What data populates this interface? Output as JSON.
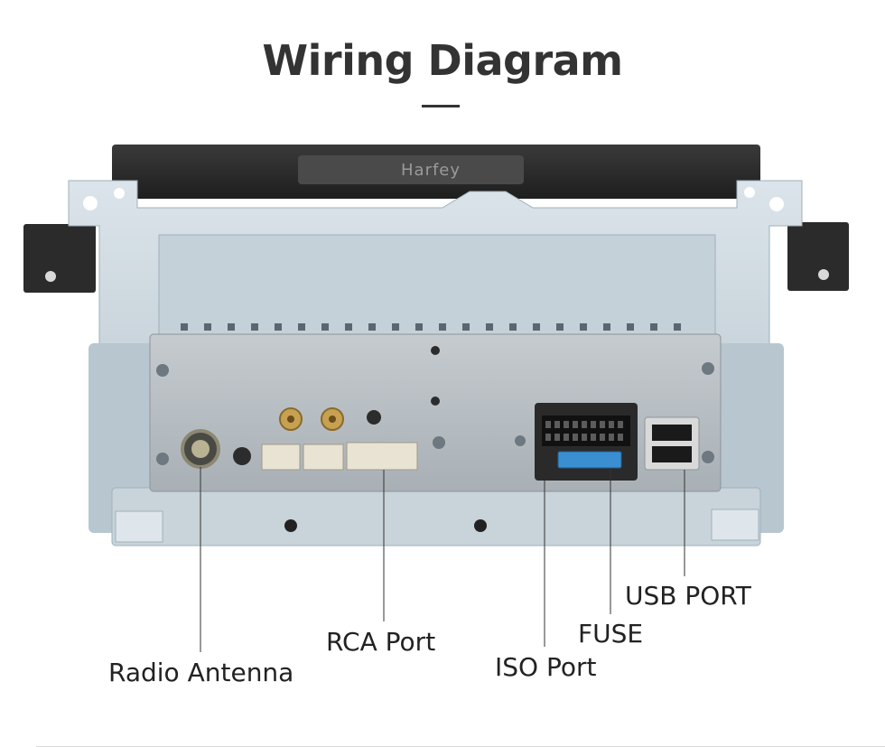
{
  "title": "Wiring Diagram",
  "brand_label": "Harfey",
  "callouts": {
    "radio_antenna": "Radio Antenna",
    "rca_port": "RCA Port",
    "iso_port": "ISO Port",
    "fuse": "FUSE",
    "usb_port": "USB PORT"
  },
  "colors": {
    "title": "#333333",
    "chassis": "#c9d4dc",
    "panel": "#b9c0c5",
    "bracket": "#2a2a2a",
    "fuse": "#3a8fd0"
  }
}
